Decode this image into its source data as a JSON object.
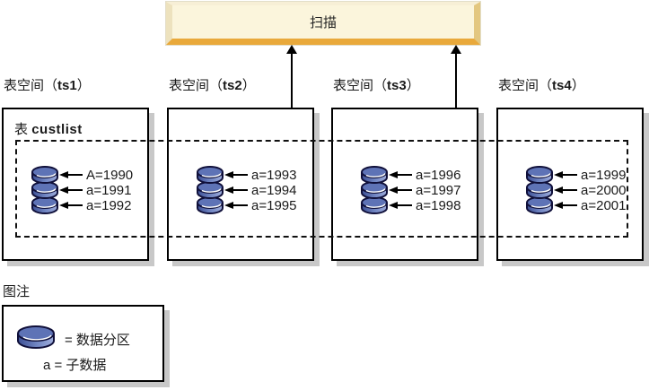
{
  "scan": {
    "label": "扫描"
  },
  "table": {
    "prefix": "表",
    "name": "custlist"
  },
  "tablespaces": [
    {
      "label_prefix": "表空间（",
      "name": "ts1",
      "label_suffix": "）",
      "partitions": [
        "A=1990",
        "a=1991",
        "a=1992"
      ],
      "scanned": false
    },
    {
      "label_prefix": "表空间（",
      "name": "ts2",
      "label_suffix": "）",
      "partitions": [
        "a=1993",
        "a=1994",
        "a=1995"
      ],
      "scanned": true
    },
    {
      "label_prefix": "表空间（",
      "name": "ts3",
      "label_suffix": "）",
      "partitions": [
        "a=1996",
        "a=1997",
        "a=1998"
      ],
      "scanned": true
    },
    {
      "label_prefix": "表空间（",
      "name": "ts4",
      "label_suffix": "）",
      "partitions": [
        "a=1999",
        "a=2000",
        "a=2001"
      ],
      "scanned": false
    }
  ],
  "legend": {
    "title": "图注",
    "partition_label": "= 数据分区",
    "subdata_label": "a = 子数据"
  },
  "colors": {
    "scan_fill": "#FBF5DC",
    "scan_bevel_bottom": "#E9A93B",
    "scan_bevel_right": "#E3C780",
    "scan_bevel_left": "#EDE2BE",
    "cylinder_top": "#5E73B6",
    "cylinder_body_dark": "#3D5095",
    "cylinder_body_light": "#9FAEDC",
    "box_shadow": "#C8C8C8"
  }
}
